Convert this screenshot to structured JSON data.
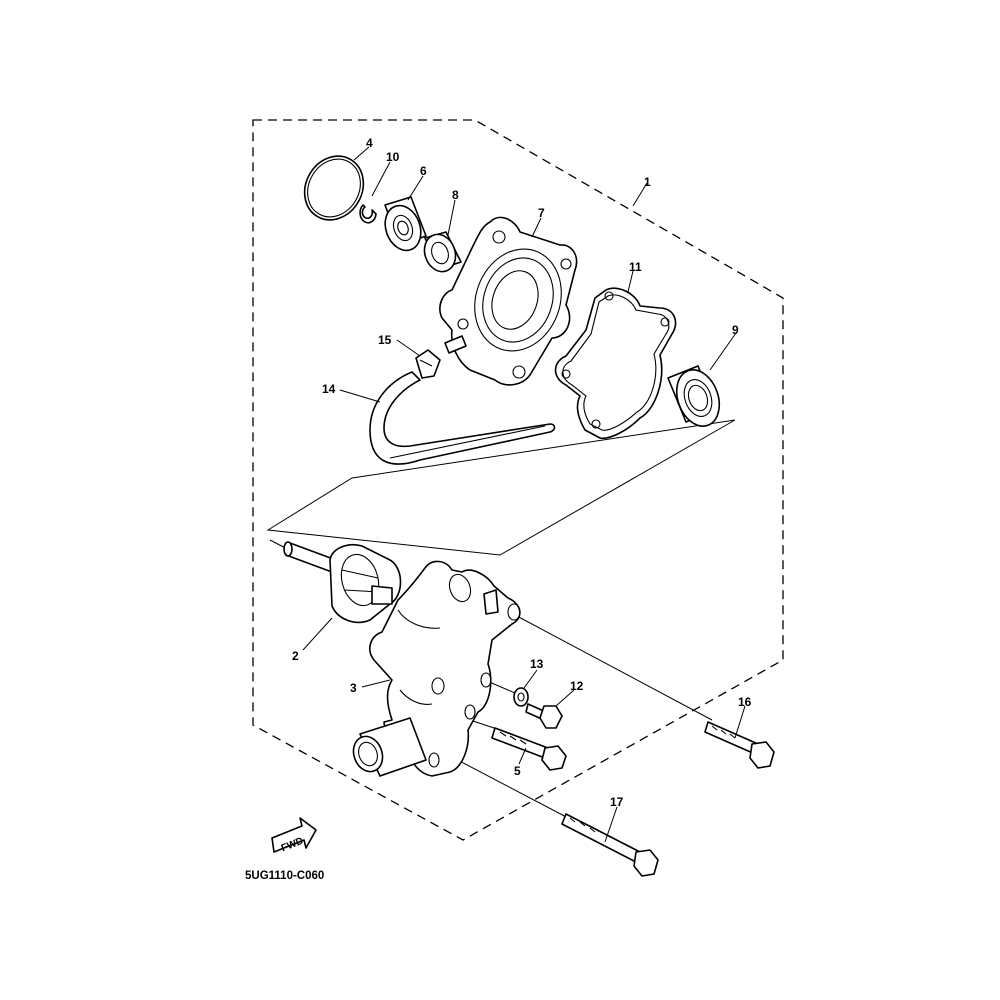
{
  "callouts": {
    "p1": "1",
    "p2": "2",
    "p3": "3",
    "p4": "4",
    "p5": "5",
    "p6": "6",
    "p7": "7",
    "p8": "8",
    "p9": "9",
    "p10": "10",
    "p11": "11",
    "p12": "12",
    "p13": "13",
    "p14": "14",
    "p15": "15",
    "p16": "16",
    "p17": "17"
  },
  "footer": {
    "diagram_code": "5UG1110-C060",
    "fwd_label": "FWD"
  }
}
